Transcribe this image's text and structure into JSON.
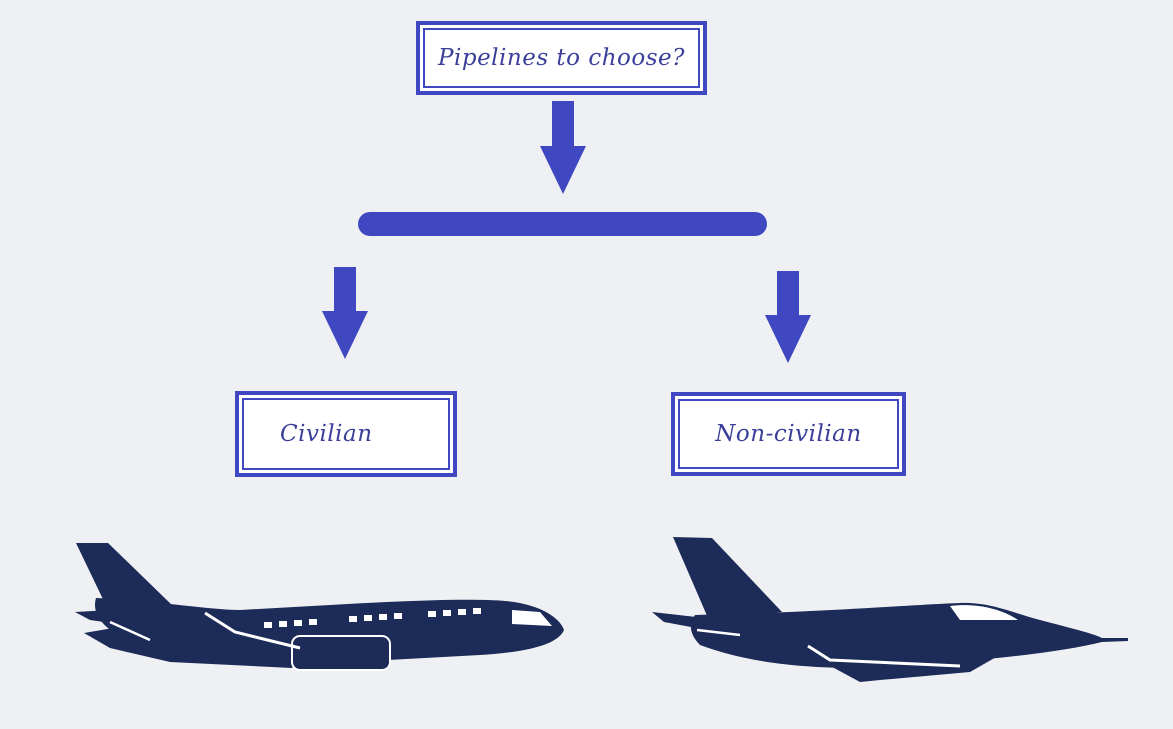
{
  "diagram": {
    "root": {
      "label": "Pipelines to choose?"
    },
    "branches": [
      {
        "label": "Civilian",
        "icon": "airliner-icon"
      },
      {
        "label": "Non-civilian",
        "icon": "fighter-jet-icon"
      }
    ]
  },
  "colors": {
    "accent": "#3f48c0",
    "label_text": "#3a3f9a",
    "aircraft": "#1c2b57",
    "background": "#eff0f4",
    "box_fill": "#ffffff"
  }
}
